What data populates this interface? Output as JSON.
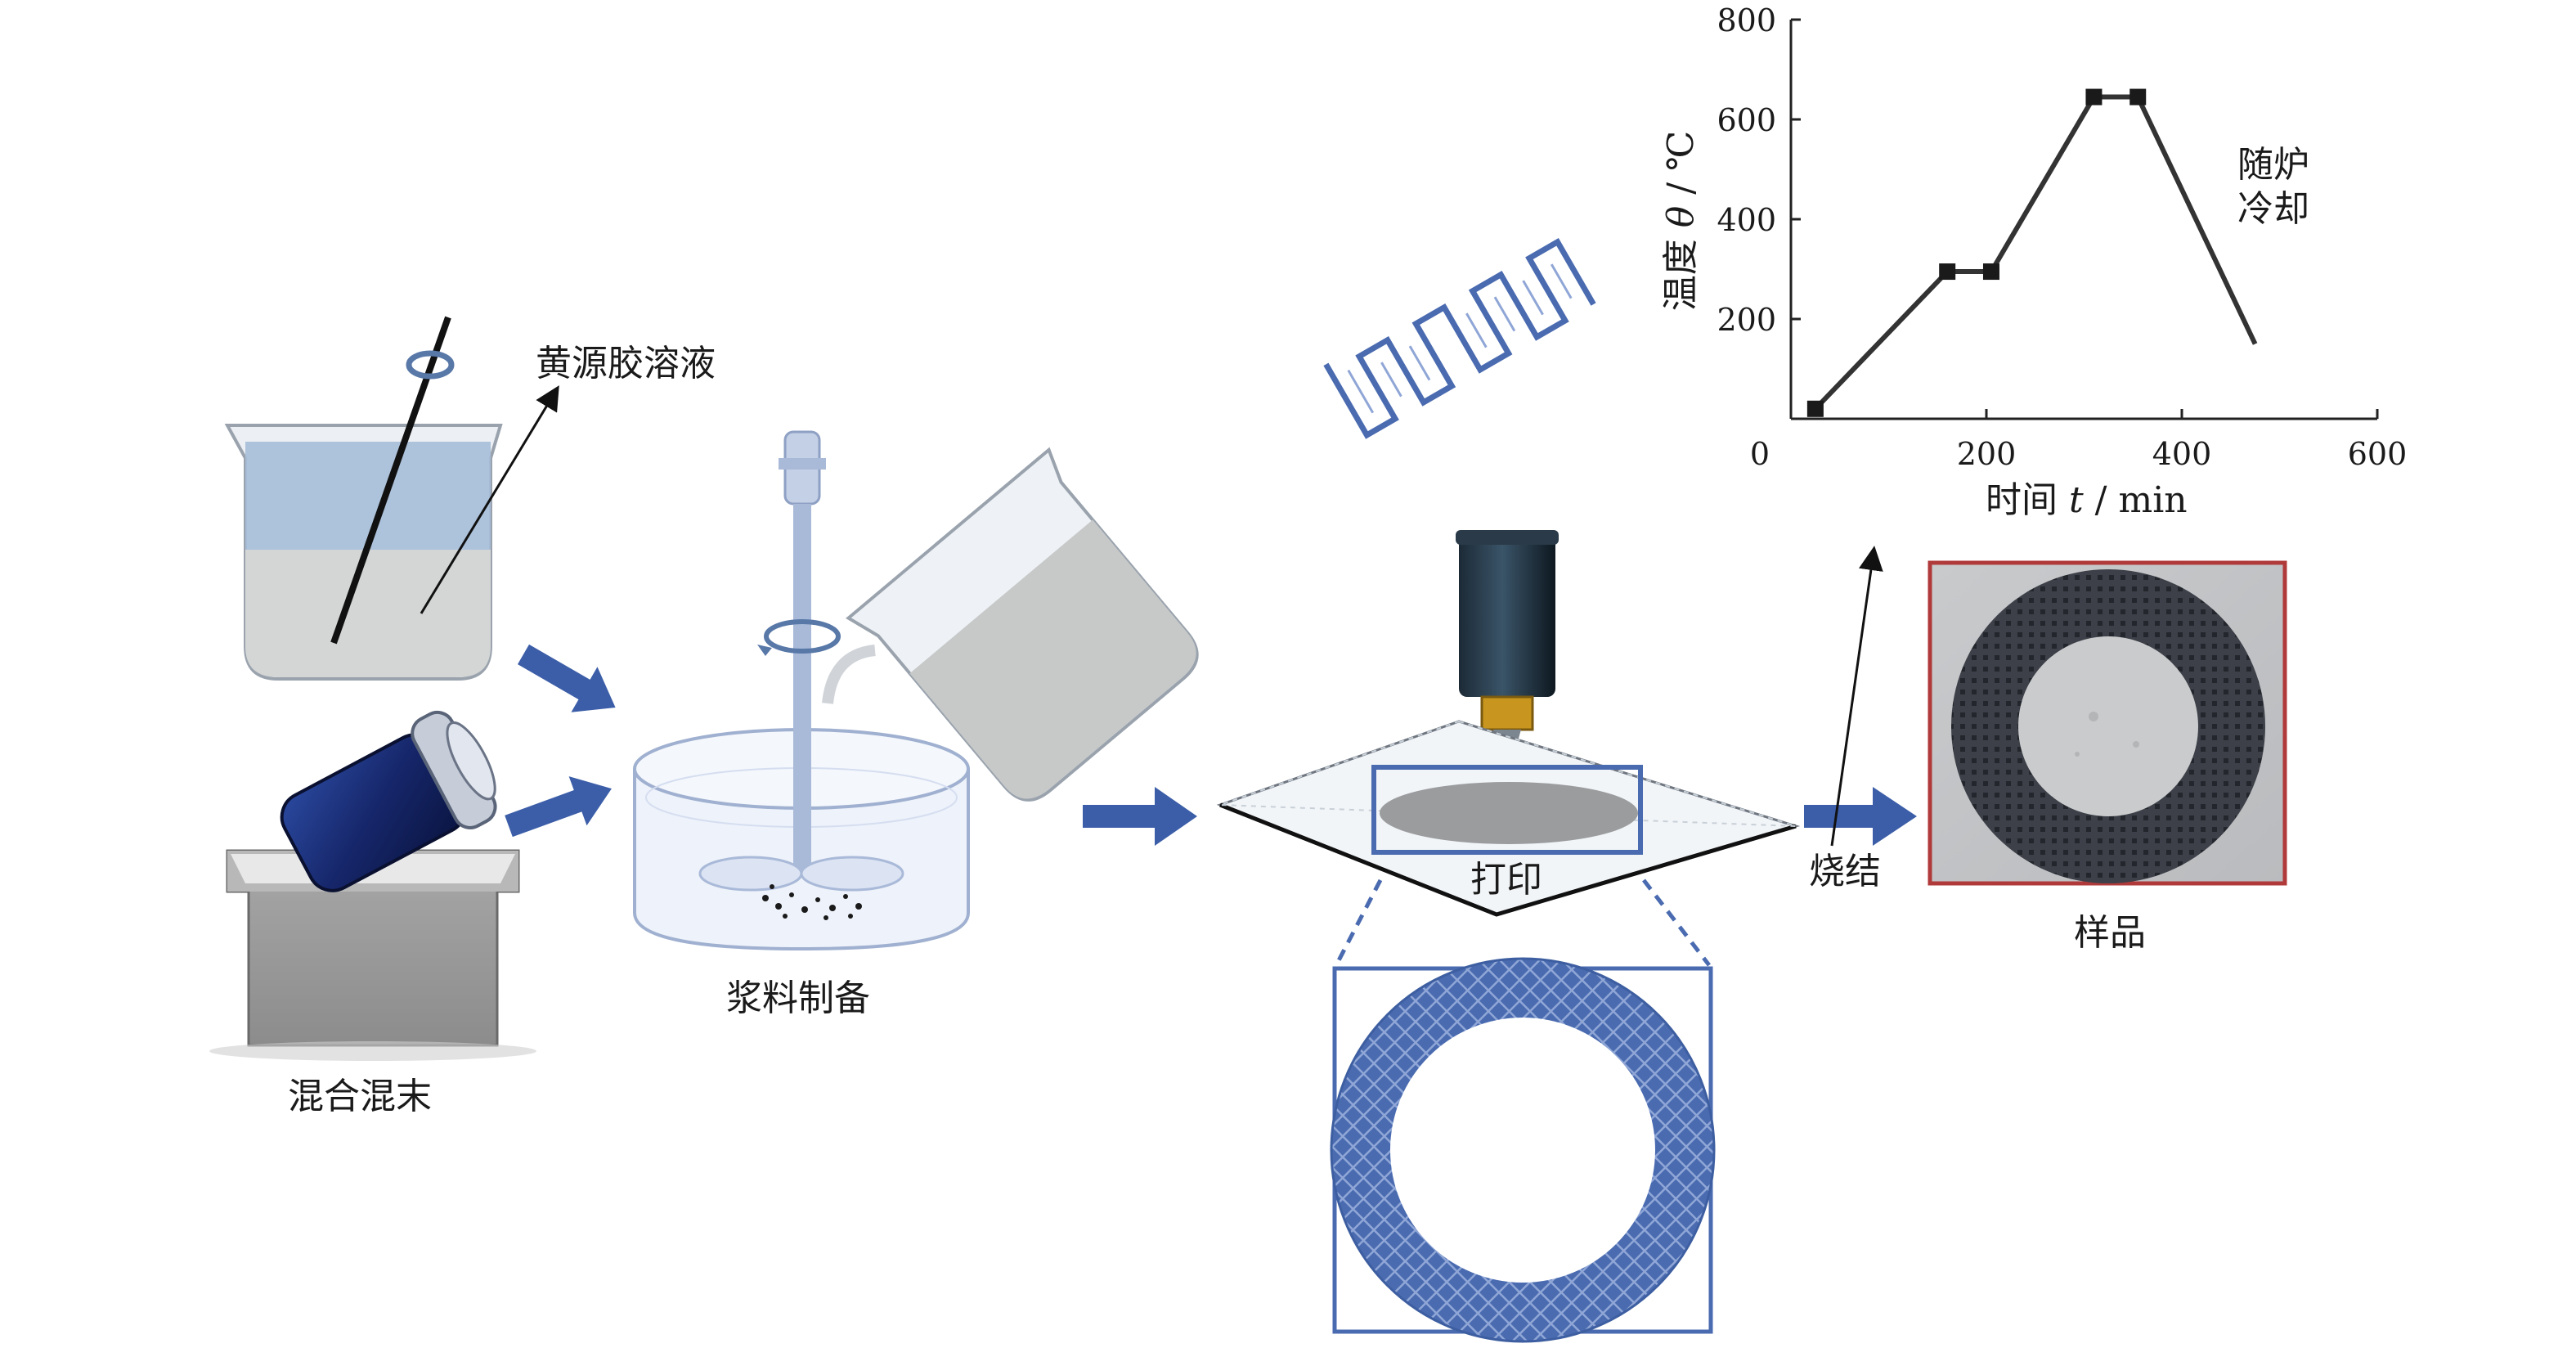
{
  "labels": {
    "sol": "黄源胶溶液",
    "powder": "混合混末",
    "slurry": "浆料制备",
    "print": "打印",
    "sinter": "烧结",
    "sample": "样品",
    "cool_1": "随炉",
    "cool_2": "冷却"
  },
  "colors": {
    "arrow": "#3c5ea8",
    "pattern": "#4a6bb0",
    "chart_line": "#333333",
    "sample_border": "#b03a3a",
    "sample_ring": "#3d4048",
    "beaker_liquid": "#d4d6d6",
    "beaker_top": "#a6bcd8"
  },
  "chart_data": {
    "type": "line",
    "xlabel_text": "时间 ",
    "xlabel_var": "t",
    "xlabel_unit": " / min",
    "ylabel_text": "温度 ",
    "ylabel_var": "θ",
    "ylabel_unit": " / ℃",
    "x_ticks": [
      0,
      200,
      400,
      600
    ],
    "y_ticks": [
      200,
      400,
      600,
      800
    ],
    "xlim": [
      0,
      600
    ],
    "ylim": [
      0,
      800
    ],
    "grid": false,
    "series": [
      {
        "x": [
          25,
          160,
          205,
          310,
          355,
          475
        ],
        "y": [
          20,
          295,
          295,
          645,
          645,
          150
        ],
        "markers": [
          true,
          true,
          true,
          true,
          true,
          false
        ]
      }
    ]
  }
}
